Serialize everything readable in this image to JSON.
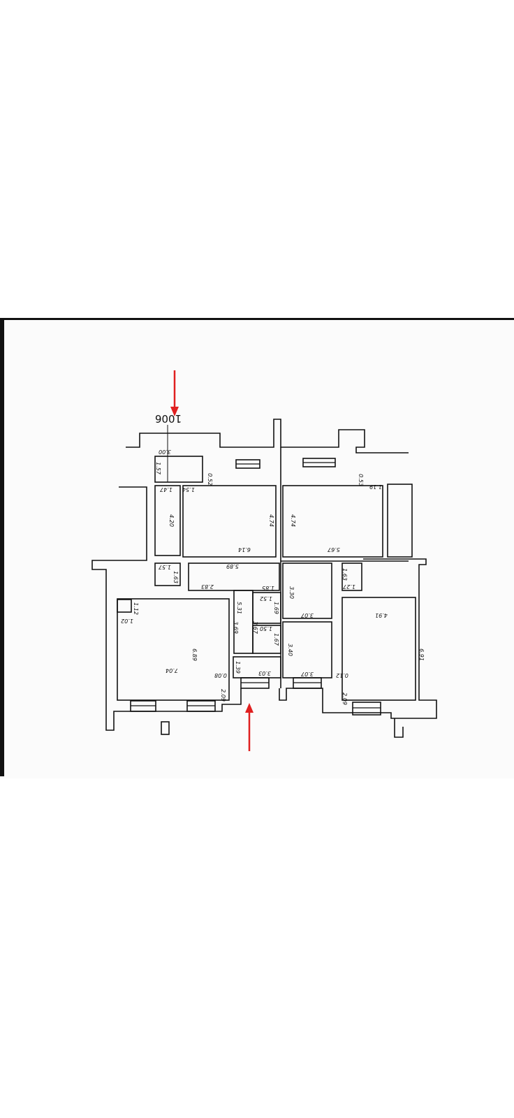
{
  "plan": {
    "unit_label": "1006",
    "dimensions": [
      "3.00",
      "1.57",
      "1.47",
      "1.54",
      "0.52",
      "4.20",
      "4.74",
      "4.74",
      "6.14",
      "5.67",
      "0.53",
      "1.19",
      "1.57",
      "1.63",
      "5.89",
      "2.83",
      "1.85",
      "3.30",
      "1.52",
      "1.69",
      "5.31",
      "3.69",
      "3.67",
      "1.50",
      "1.67",
      "1.27",
      "1.63",
      "3.07",
      "3.40",
      "3.07",
      "1.39",
      "3.03",
      "7.04",
      "6.89",
      "0.08",
      "2.09",
      "1.02",
      "1.12",
      "4.91",
      "6.91",
      "0.12",
      "2.09"
    ],
    "arrow_color": "#e02020"
  }
}
